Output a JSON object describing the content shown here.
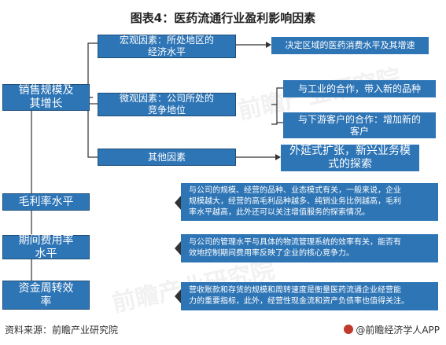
{
  "title": "图表4：医药流通行业盈利影响因素",
  "root": {
    "line1": "销售规模及",
    "line2": "其增长"
  },
  "macro": {
    "label_line1": "宏观因素：所处地区的",
    "label_line2": "经济水平",
    "effect": "决定区域的医药消费水平及其增速"
  },
  "micro": {
    "label_line1": "微观因素：公司所处的",
    "label_line2": "竞争地位",
    "effect1": "与工业的合作，带入新的品种",
    "effect2_line1": "与下游客户的合作：增加新的",
    "effect2_line2": "客户"
  },
  "other": {
    "label": "其他因素",
    "effect_line1": "外延式扩张，新兴业务模",
    "effect_line2": "式的探索"
  },
  "gross_margin": {
    "label": "毛利率水平",
    "desc_line1": "与公司的规模、经营的品种、业态模式有关，一般来说，企业",
    "desc_line2": "规模越大，经营的高毛利品种越多、纯销业务比例越高，毛利",
    "desc_line3": "率水平越高，此外还可以关注增值服务的探索情况。"
  },
  "expense_ratio": {
    "label_line1": "期间费用率",
    "label_line2": "水平",
    "desc_line1": "与公司的管理水平与具体的物流管理系统的效率有关，能否有",
    "desc_line2": "效地控制期间费用率反映了企业的核心竞争力。"
  },
  "turnover": {
    "label_line1": "资金周转效",
    "label_line2": "率",
    "desc_line1": "营收账款和存货的规模和周转速度是衡量医药流通企业经营能",
    "desc_line2": "力的重要指标，此外，经营性现金流和资产负债率也值得关注。"
  },
  "watermark": {
    "text1": "前瞻产业研究院",
    "text2": "前瞻产业研究院"
  },
  "footer": {
    "source": "资料来源：前瞻产业研究院",
    "brand": "@前瞻经济学人APP"
  },
  "colors": {
    "box": "#2e75b6",
    "line": "#333333",
    "title": "#222222"
  }
}
